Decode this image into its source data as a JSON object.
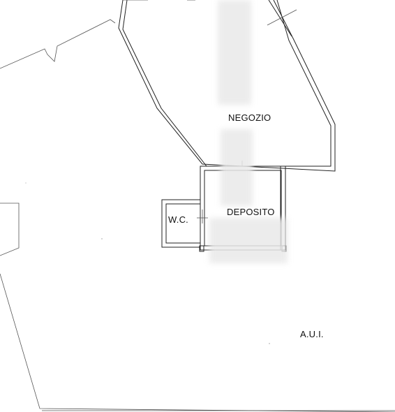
{
  "rooms": {
    "negozio": "NEGOZIO",
    "deposito": "DEPOSITO",
    "wc": "W.C.",
    "aui": "A.U.I."
  }
}
